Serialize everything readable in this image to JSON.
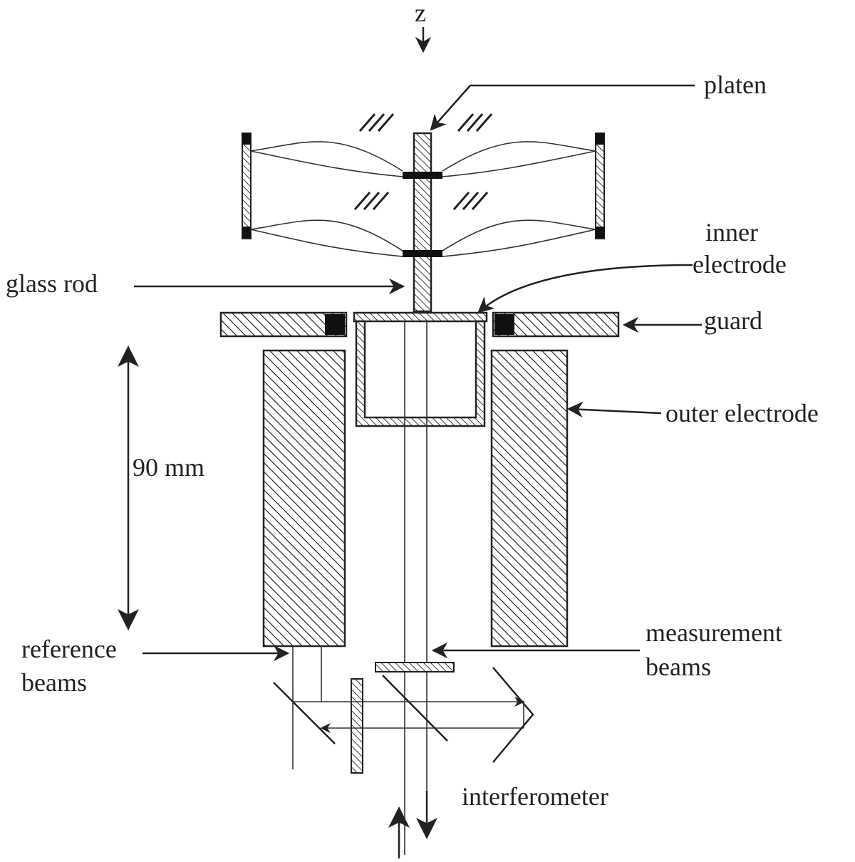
{
  "labels": {
    "z": "z",
    "platen": "platen",
    "inner": "inner",
    "electrode": "electrode",
    "glass_rod": "glass rod",
    "guard": "guard",
    "outer_electrode": "outer electrode",
    "dimension": "90 mm",
    "reference": "reference",
    "reference_beams": "beams",
    "measurement": "measurement",
    "measurement_beams": "beams",
    "interferometer": "interferometer"
  }
}
